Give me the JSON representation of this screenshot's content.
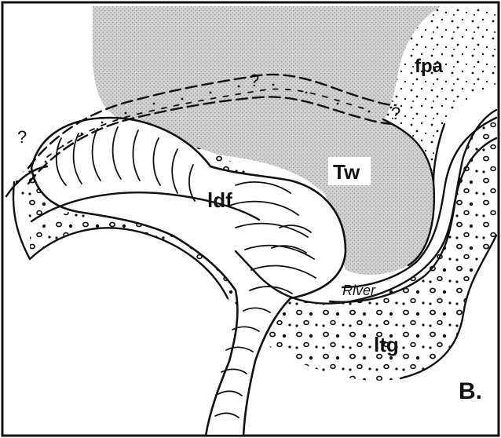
{
  "diagram": {
    "labels": {
      "fpa": "fpa",
      "tw": "Tw",
      "ldf": "ldf",
      "river": "River",
      "ltg": "ltg",
      "panel": "B."
    },
    "uncertain_marks": [
      "?",
      "?",
      "?"
    ],
    "colors": {
      "ink": "#111111",
      "shaded_unit": "#c7c7c7",
      "paper": "#ffffff"
    }
  }
}
